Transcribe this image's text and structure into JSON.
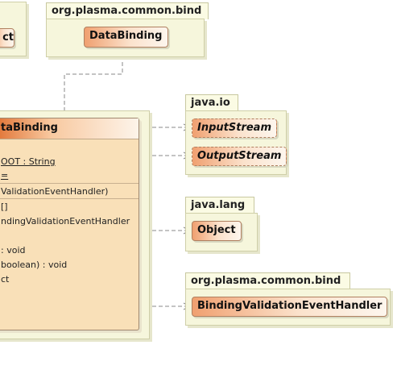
{
  "packages": {
    "top_left_partial": {
      "chip_label": "ct"
    },
    "org_plasma_bind_top": {
      "label": "org.plasma.common.bind",
      "class_label": "DataBinding"
    },
    "java_io": {
      "label": "java.io",
      "classes": [
        "InputStream",
        "OutputStream"
      ]
    },
    "java_lang": {
      "label": "java.lang",
      "classes": [
        "Object"
      ]
    },
    "org_plasma_bind_bottom": {
      "label": "org.plasma.common.bind",
      "class_label": "BindingValidationEventHandler"
    }
  },
  "main_class": {
    "title": "taBinding",
    "attributes": [
      "OOT : String",
      "="
    ],
    "constructors": [
      "ValidationEventHandler)"
    ],
    "operations": [
      "[]",
      "ndingValidationEventHandler",
      "",
      ": void",
      "boolean) : void",
      "ct"
    ]
  },
  "colors": {
    "package_fill": "#f6f6dc",
    "class_fill": "#f9e0b8",
    "class_gradient_start": "#f0a070",
    "connector": "#909090"
  }
}
